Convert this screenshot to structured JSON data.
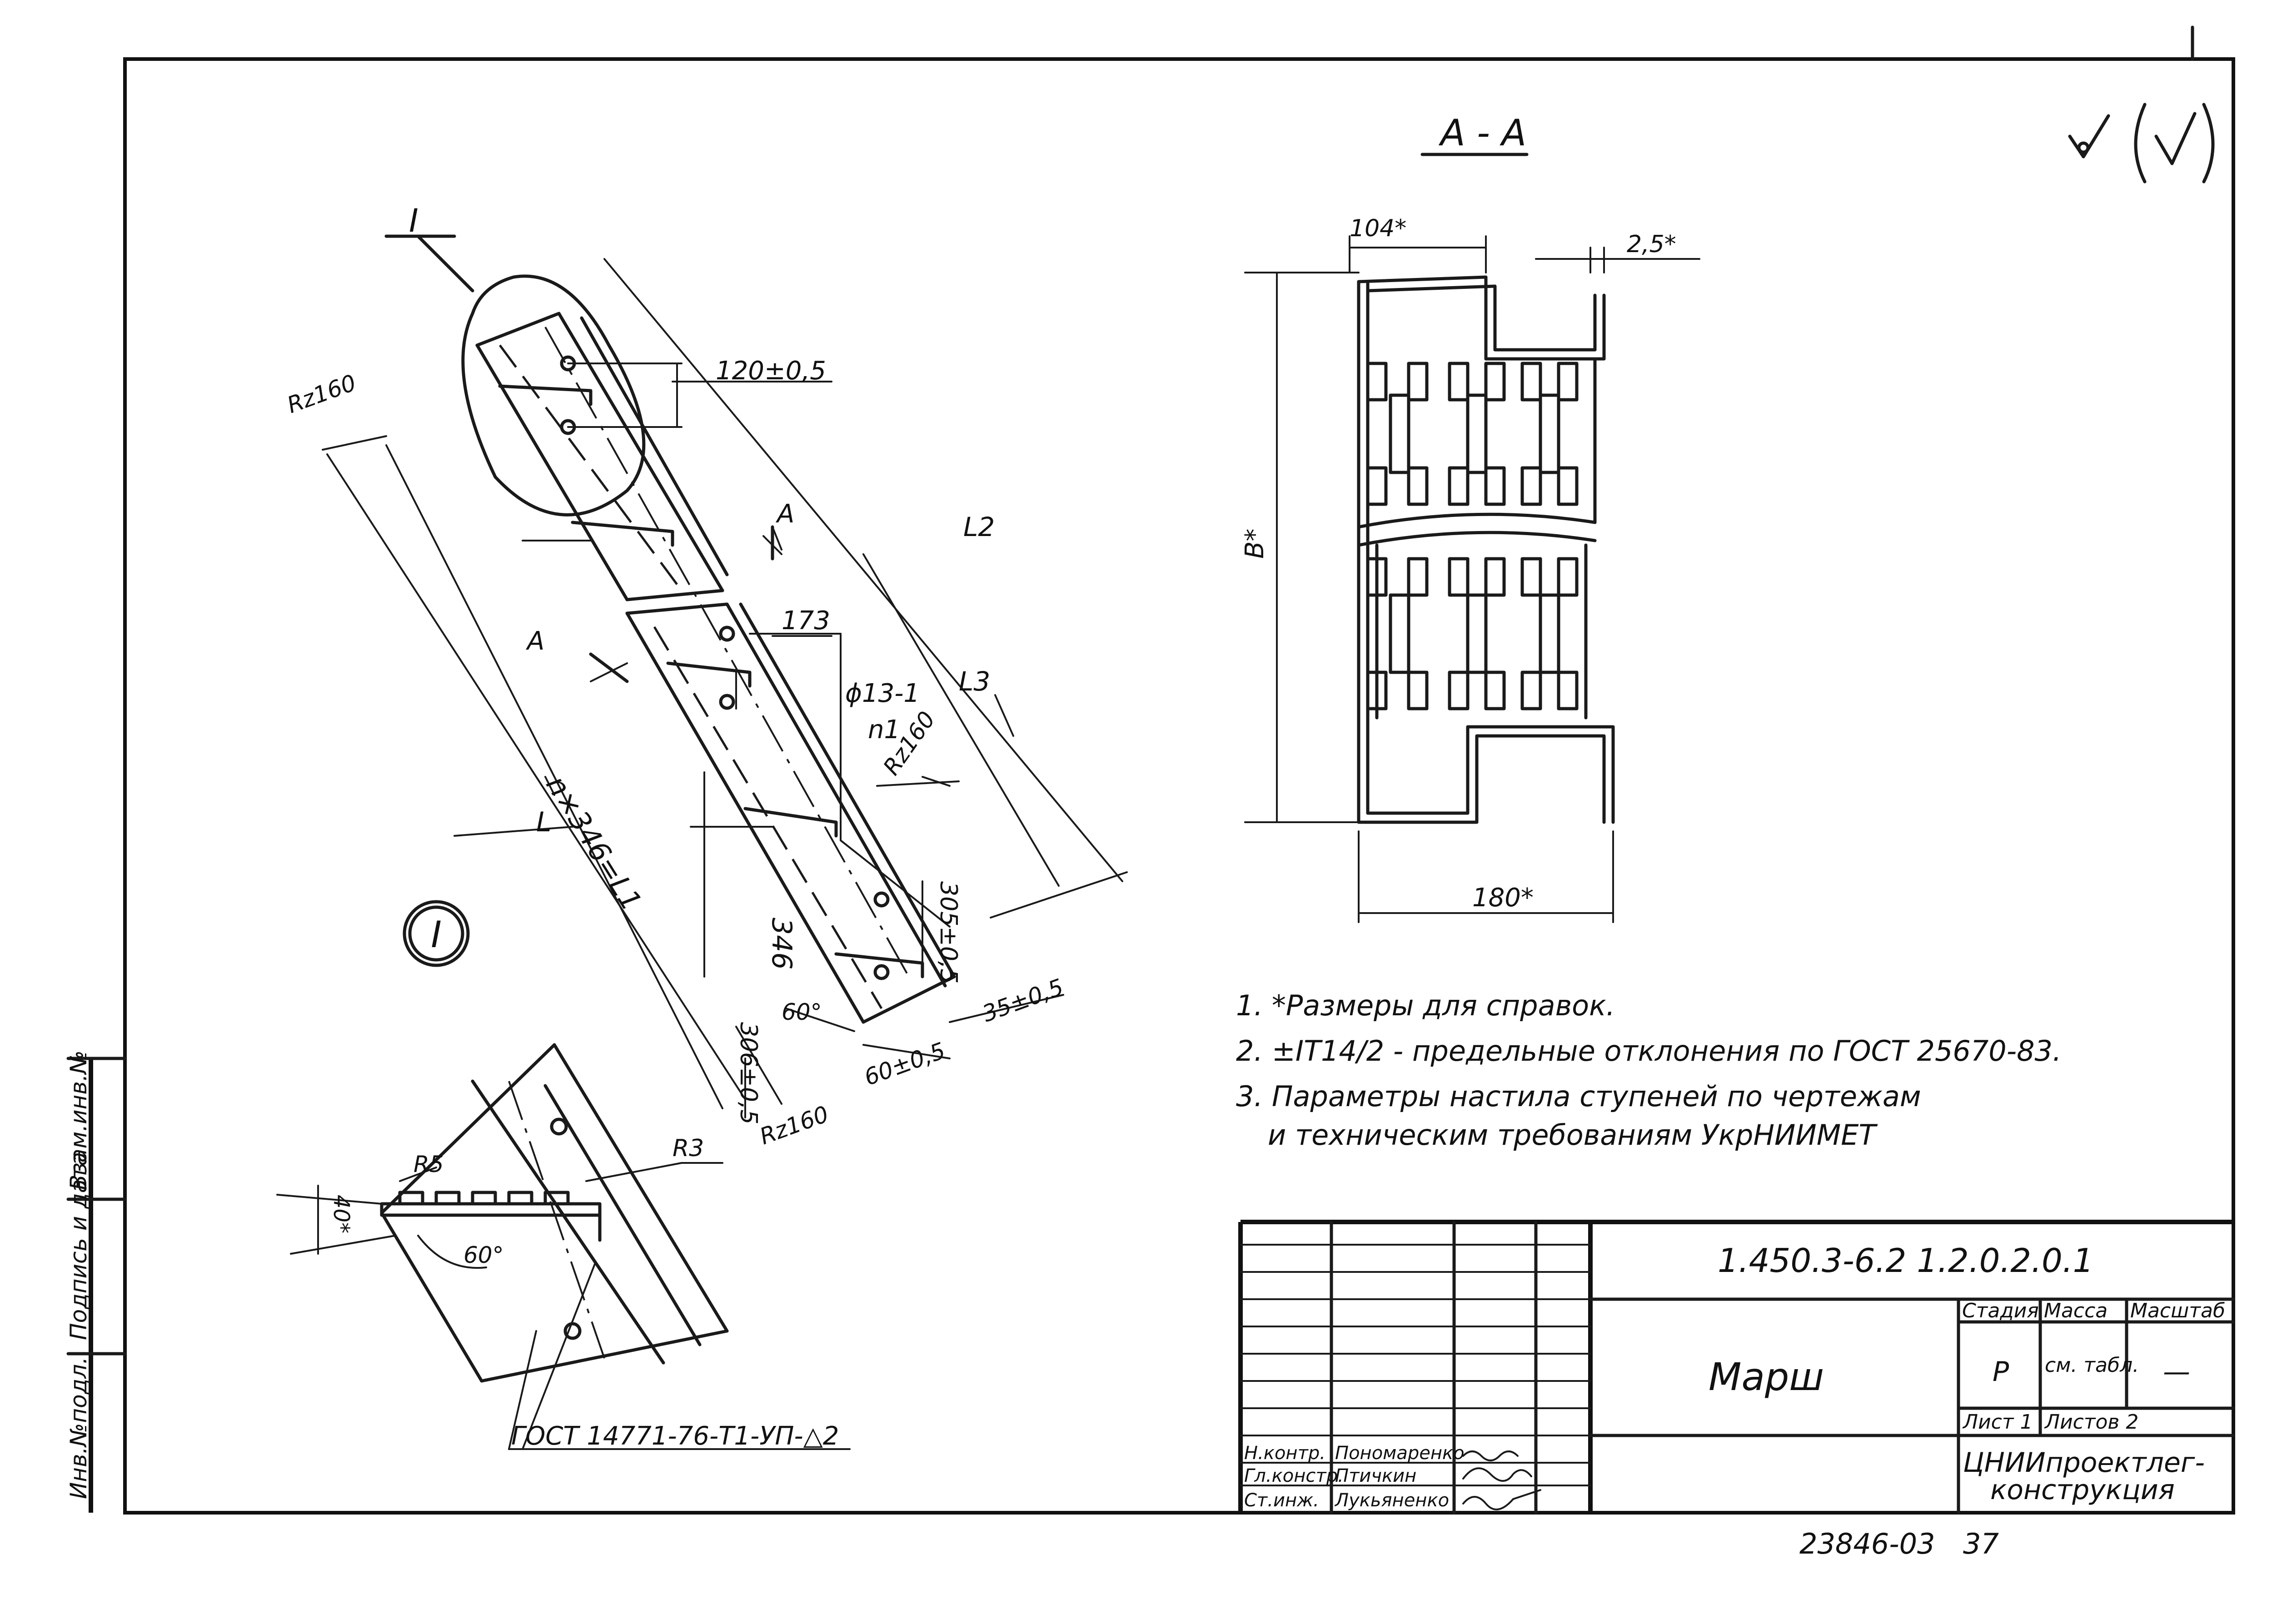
{
  "section_label": "А - А",
  "detail_label": "I",
  "detail_marker": "I",
  "surface_mark": "√(√)",
  "dimensions": {
    "d120": "120±0,5",
    "d173": "173",
    "d346": "346",
    "d305": "305±0,5",
    "d306": "306±0,5",
    "d60pm": "60±0,5",
    "d35": "35±0,5",
    "d104": "104*",
    "d25": "2,5*",
    "d180": "180*",
    "dB": "B*",
    "dL": "L",
    "dL2": "L2",
    "dL3": "L3",
    "nL1": "n×346=L1",
    "hole": "ϕ13-1",
    "hole_n": "n1",
    "rz_top": "Rz160",
    "rz_mid": "Rz160",
    "rz_bot": "Rz160",
    "angle_main": "60°",
    "angle_detail": "60°",
    "r5": "R5",
    "r3": "R3",
    "h40": "40*",
    "sec_a_top": "А",
    "sec_a_left": "А"
  },
  "weld_note": "ГОСТ 14771-76-Т1-УП-△2",
  "notes": [
    "1. *Размеры для справок.",
    "2. ±IT14/2 - предельные отклонения по ГОСТ 25670-83.",
    "3. Параметры настила ступеней по чертежам",
    "и техническим требованиям УкрНИИМЕТ"
  ],
  "title_block": {
    "doc_code": "1.450.3-6.2 1.2.0.2.0.1",
    "name": "Марш",
    "stage_hdr": "Стадия",
    "mass_hdr": "Масса",
    "scale_hdr": "Масштаб",
    "stage": "Р",
    "mass": "см. табл.",
    "scale": "—",
    "sheet": "Лист 1",
    "sheets": "Листов 2",
    "org_line1": "ЦНИИпроектлег-",
    "org_line2": "конструкция",
    "roles": [
      "Н.контр.",
      "Гл.констр.",
      "Ст.инж."
    ],
    "people": [
      "Пономаренко",
      "Птичкин",
      "Лукьяненко"
    ]
  },
  "side_stamp": [
    "Инв.№подл.",
    "Подпись и дата",
    "Взам.инв.№"
  ],
  "footer_number": "23846-03",
  "footer_page": "37"
}
